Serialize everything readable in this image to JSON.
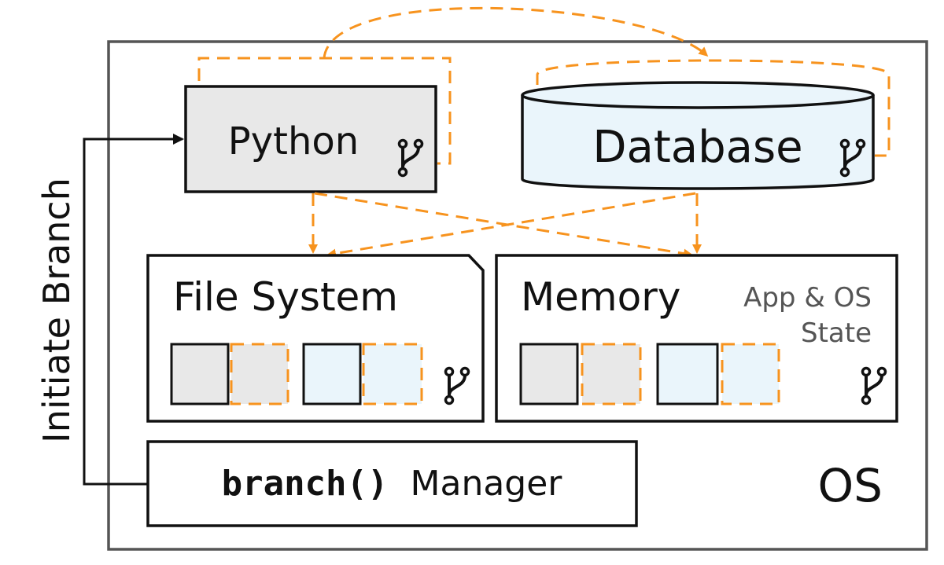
{
  "colors": {
    "accent": "#F7931E",
    "python_fill": "#E8E8E8",
    "database_fill": "#EAF5FB",
    "outline": "#111111",
    "os_border": "#555555",
    "secondary_text": "#555555"
  },
  "side_label": "Initiate Branch",
  "python": {
    "label": "Python",
    "icon": "git-branch-icon"
  },
  "database": {
    "label": "Database",
    "icon": "git-branch-icon"
  },
  "file_system": {
    "label": "File System",
    "icon": "git-branch-icon"
  },
  "memory": {
    "label": "Memory",
    "note_line1": "App & OS",
    "note_line2": "State",
    "icon": "git-branch-icon"
  },
  "manager": {
    "code": "branch()",
    "label": "Manager"
  },
  "os_label": "OS"
}
